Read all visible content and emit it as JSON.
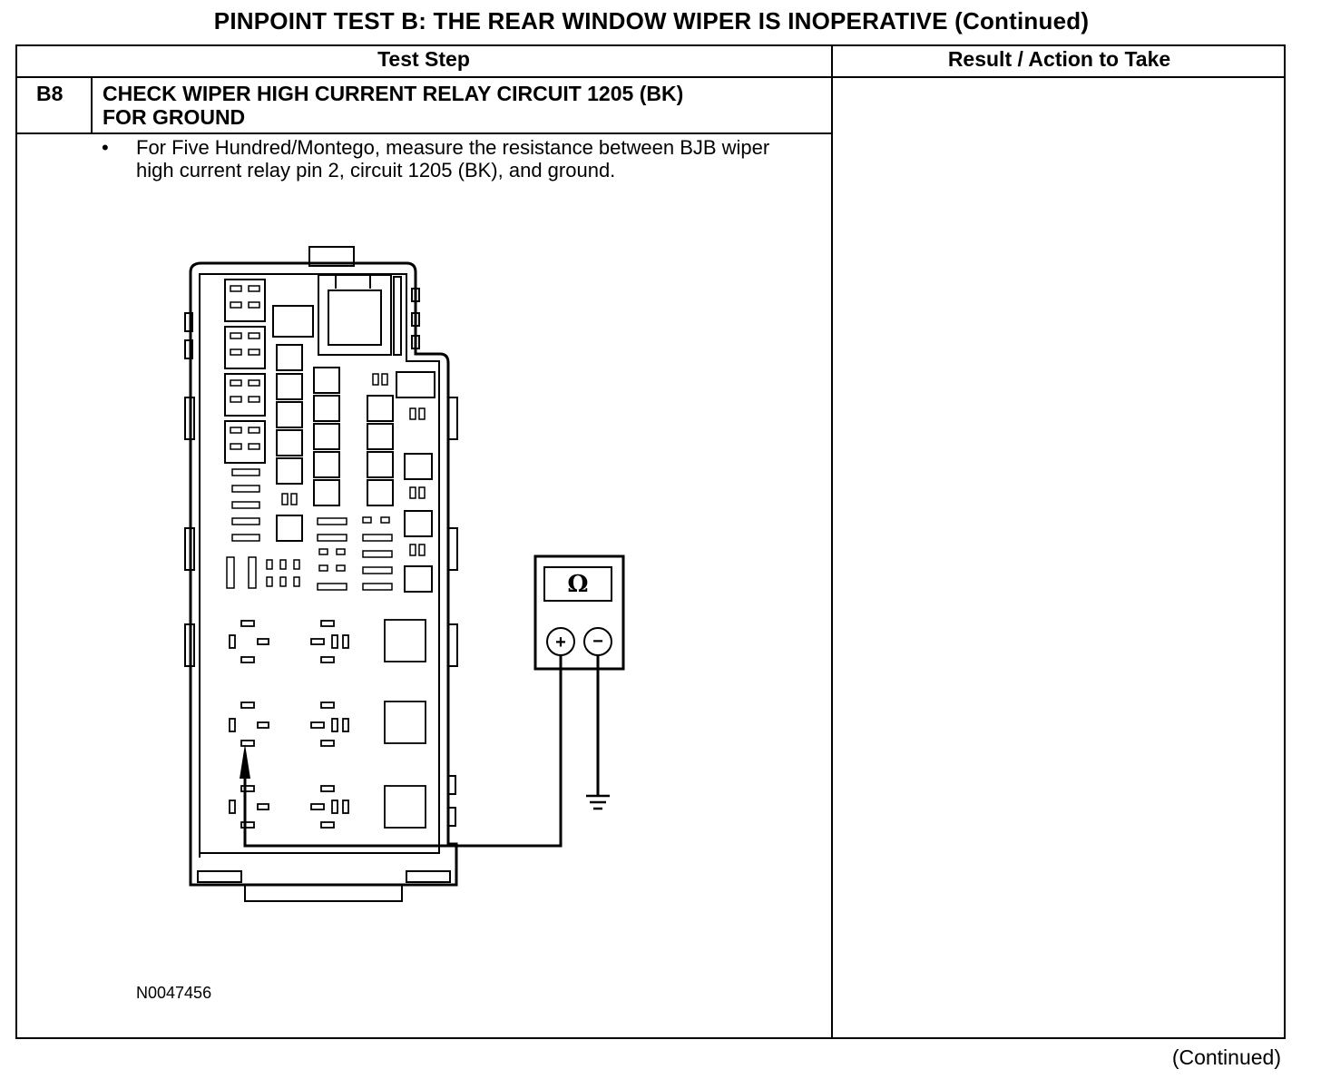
{
  "title": "PINPOINT TEST B: THE REAR WINDOW WIPER IS INOPERATIVE (Continued)",
  "table": {
    "headers": [
      "Test Step",
      "Result / Action to Take"
    ],
    "step": {
      "id": "B8",
      "title_line1": "CHECK WIPER HIGH CURRENT RELAY CIRCUIT 1205 (BK)",
      "title_line2": "FOR GROUND",
      "bullet": "•",
      "instruction": "For Five Hundred/Montego, measure the resistance between BJB wiper high current relay pin 2, circuit 1205 (BK), and ground."
    }
  },
  "figure": {
    "id": "N0047456",
    "meter_symbol": "Ω",
    "meter_plus": "+",
    "meter_minus": "−"
  },
  "footer": "(Continued)"
}
